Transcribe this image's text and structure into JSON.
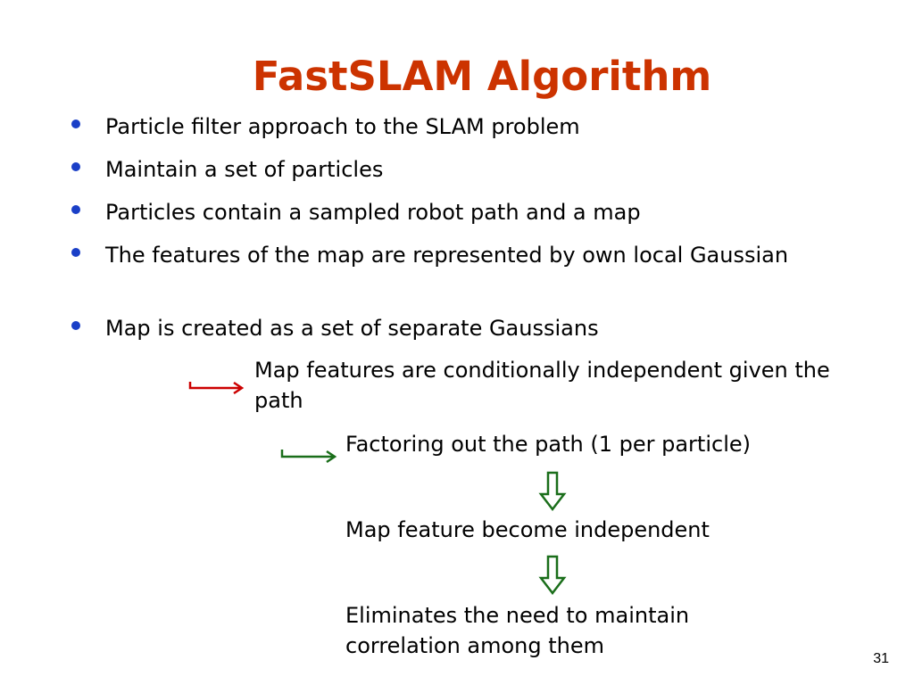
{
  "slide": {
    "title": "FastSLAM Algorithm",
    "bullets": [
      "Particle filter approach to the SLAM problem",
      "Maintain a set of particles",
      "Particles contain a sampled robot path and a map",
      "The features of the map are represented by own local Gaussian",
      "Map is created as a set of separate Gaussians"
    ],
    "notes": {
      "red_arrow_text": "Map features are conditionally independent given the path",
      "green_arrow_text": "Factoring out the path (1 per particle)",
      "step_2": "Map feature become independent",
      "step_3": "Eliminates the need to maintain correlation among them"
    },
    "page_number": "31"
  },
  "colors": {
    "title": "#cc3300",
    "bullet": "#1a3fc7",
    "red_arrow": "#cc0000",
    "green_arrow": "#1a6e1a"
  },
  "icons": {
    "bullet": "bullet-dot-icon",
    "red_arrow": "hook-arrow-right-icon",
    "green_arrow": "hook-arrow-right-icon",
    "down_arrow": "double-down-arrow-icon"
  }
}
